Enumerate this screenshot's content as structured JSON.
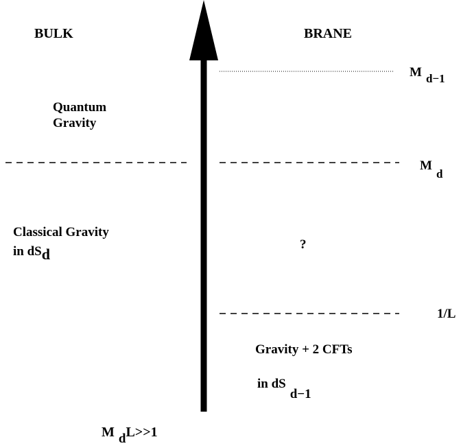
{
  "columns": {
    "left": "BULK",
    "right": "BRANE"
  },
  "bulk": {
    "quantum_line1": "Quantum",
    "quantum_line2": "Gravity",
    "classical_line1": "Classical Gravity",
    "classical_line2_main": "in dS",
    "classical_line2_sub": "d"
  },
  "brane": {
    "unknown": "?",
    "gravity_line": "Gravity + 2 CFTs",
    "in_ds_main": "in dS",
    "in_ds_sub": "d−1"
  },
  "scales": {
    "m_d_minus_1_main": "M",
    "m_d_minus_1_sub": "d−1",
    "m_d_main": "M",
    "m_d_sub": "d",
    "one_over_L": "1/L"
  },
  "condition": {
    "m_main": "M",
    "m_sub": "d",
    "rest": "L>>1"
  }
}
